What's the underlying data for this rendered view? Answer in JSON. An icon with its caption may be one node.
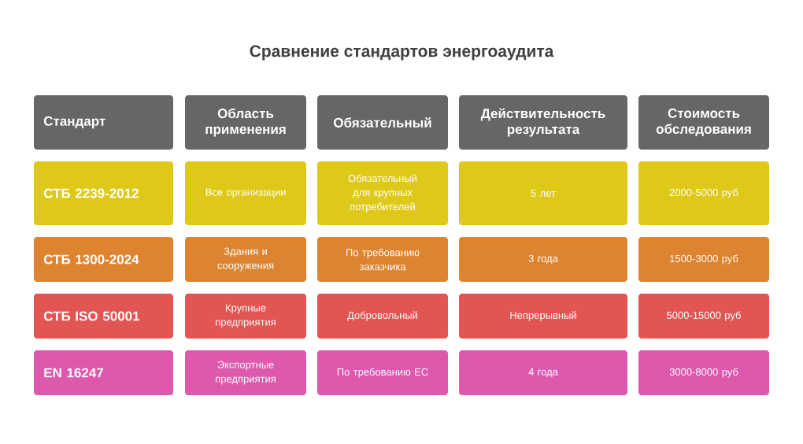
{
  "diagram": {
    "title": "Сравнение стандартов энергоаудита",
    "nodes": [
      {
        "text": [
          "Стандарт"
        ]
      },
      {
        "text": [
          "Область применения"
        ]
      },
      {
        "text": [
          "Обязательный"
        ]
      },
      {
        "text": [
          "Действительность результата"
        ]
      },
      {
        "text": [
          "Стоимость обследования"
        ]
      },
      {
        "text": [
          "СТБ 2239-2012"
        ]
      },
      {
        "text": [
          "Все организации"
        ]
      },
      {
        "text": [
          "Обязательный для крупных потребителей"
        ]
      },
      {
        "text": [
          "5 лет"
        ]
      },
      {
        "text": [
          "2000-5000 руб"
        ]
      },
      {
        "text": [
          "СТБ 1300-2024"
        ]
      },
      {
        "text": [
          "Здания и сооружения"
        ]
      },
      {
        "text": [
          "По требованию заказчика"
        ]
      },
      {
        "text": [
          "3 года"
        ]
      },
      {
        "text": [
          "1500-3000 руб"
        ]
      },
      {
        "text": [
          "СТБ ISO 50001"
        ]
      },
      {
        "text": [
          "Крупные предприятия"
        ]
      },
      {
        "text": [
          "Добровольный"
        ]
      },
      {
        "text": [
          "Непрерывный"
        ]
      },
      {
        "text": [
          "5000-15000 руб"
        ]
      },
      {
        "text": [
          "EN 16247"
        ]
      },
      {
        "text": [
          "Экспортные предприятия"
        ]
      },
      {
        "text": [
          "По требованию ЕС"
        ]
      },
      {
        "text": [
          "4 года"
        ]
      },
      {
        "text": [
          "3000-8000 руб"
        ]
      }
    ]
  }
}
